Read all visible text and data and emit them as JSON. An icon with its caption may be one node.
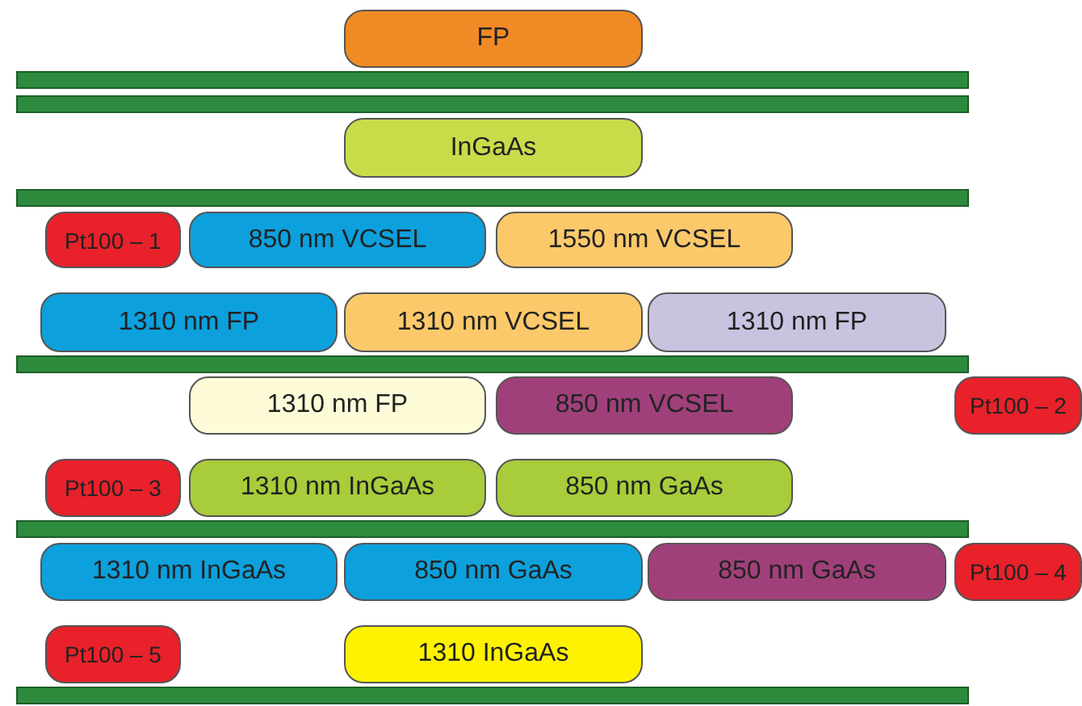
{
  "diagram": {
    "nodes": [
      {
        "text": [
          "FP"
        ]
      },
      {
        "text": [
          "InGaAs"
        ]
      },
      {
        "text": [
          "Pt100 – 1"
        ]
      },
      {
        "text": [
          "850 nm VCSEL"
        ]
      },
      {
        "text": [
          "1550 nm VCSEL"
        ]
      },
      {
        "text": [
          "1310 nm FP"
        ]
      },
      {
        "text": [
          "1310 nm VCSEL"
        ]
      },
      {
        "text": [
          "1310 nm FP"
        ]
      },
      {
        "text": [
          "1310 nm FP"
        ]
      },
      {
        "text": [
          "850 nm VCSEL"
        ]
      },
      {
        "text": [
          "Pt100 – 2"
        ]
      },
      {
        "text": [
          "Pt100 – 3"
        ]
      },
      {
        "text": [
          "1310 nm InGaAs"
        ]
      },
      {
        "text": [
          "850 nm GaAs"
        ]
      },
      {
        "text": [
          "1310 nm InGaAs"
        ]
      },
      {
        "text": [
          "850 nm GaAs"
        ]
      },
      {
        "text": [
          "850 nm GaAs"
        ]
      },
      {
        "text": [
          "Pt100 – 4"
        ]
      },
      {
        "text": [
          "Pt100 – 5"
        ]
      },
      {
        "text": [
          "1310 InGaAs"
        ]
      }
    ],
    "edges": []
  }
}
